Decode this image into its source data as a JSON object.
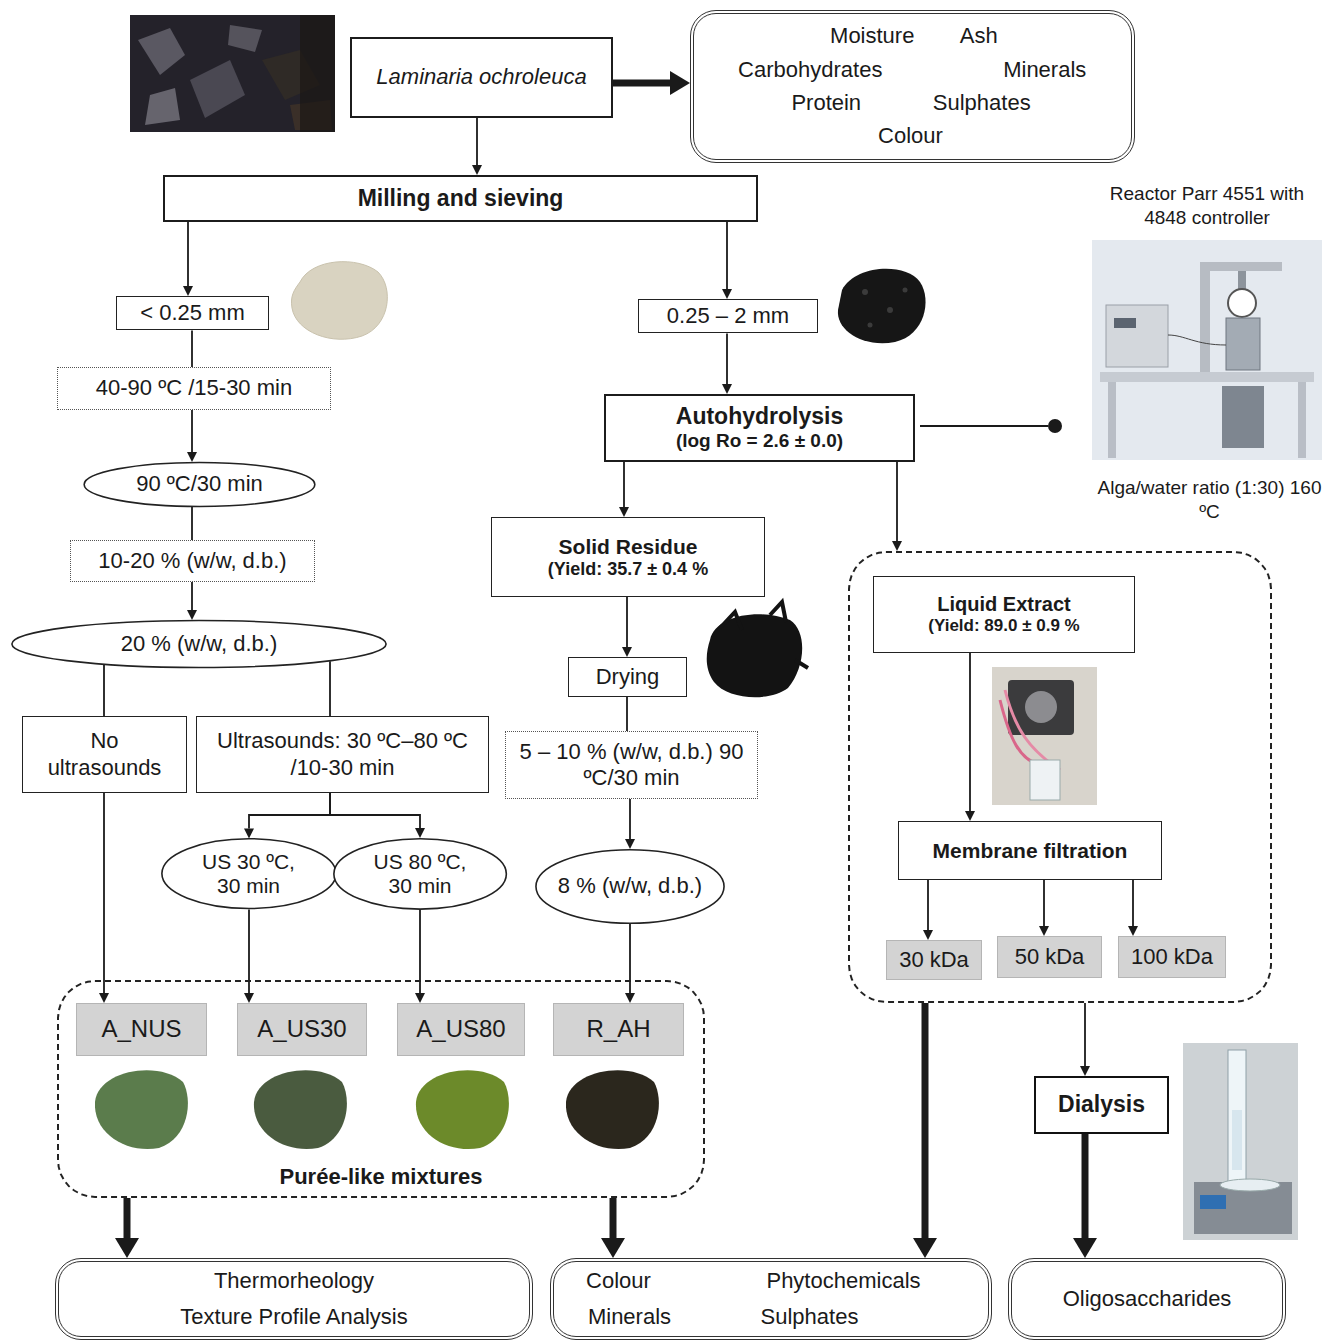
{
  "diagram": {
    "nodes": [
      {
        "text": [
          "Laminaria ochroleuca"
        ]
      },
      {
        "text": [
          "Moisture",
          "Ash",
          "Carbohydrates",
          "Minerals",
          "Protein",
          "Sulphates",
          "Colour"
        ]
      },
      {
        "text": [
          "Milling and sieving"
        ]
      },
      {
        "text": [
          "< 0.25 mm"
        ]
      },
      {
        "text": [
          "0.25 – 2 mm"
        ]
      },
      {
        "text": [
          "40-90 ºC /15-30 min"
        ]
      },
      {
        "text": [
          "Autohydrolysis",
          "(log Ro = 2.6 ± 0.0)"
        ]
      },
      {
        "text": [
          "90 ºC/30 min"
        ]
      },
      {
        "text": [
          "Solid Residue",
          "(Yield: 35.7 ± 0.4 %"
        ]
      },
      {
        "text": []
      },
      {
        "text": [
          "Liquid Extract",
          "(Yield: 89.0 ± 0.9 %"
        ],
        "in": 9
      },
      {
        "text": [
          "10-20 % (w/w, d.b.)"
        ]
      },
      {
        "text": [
          "20 % (w/w, d.b.)"
        ]
      },
      {
        "text": [
          "Drying"
        ]
      },
      {
        "text": [
          "No ultrasounds"
        ]
      },
      {
        "text": [
          "Ultrasounds: 30 ºC–80 ºC /10-30 min"
        ]
      },
      {
        "text": [
          "5 – 10 % (w/w, d.b.) 90 ºC/30 min"
        ]
      },
      {
        "text": [
          "Membrane filtration"
        ],
        "in": 9
      },
      {
        "text": [
          "US 30 ºC, 30 min"
        ]
      },
      {
        "text": [
          "US 80 ºC, 30 min"
        ]
      },
      {
        "text": [
          "8 % (w/w, d.b.)"
        ]
      },
      {
        "text": [
          "30 kDa"
        ],
        "in": 9
      },
      {
        "text": [
          "50 kDa"
        ],
        "in": 9
      },
      {
        "text": [
          "100 kDa"
        ],
        "in": 9
      },
      {
        "text": [
          "Purée-like mixtures"
        ]
      },
      {
        "text": [
          "A_NUS"
        ],
        "in": 24
      },
      {
        "text": [
          "A_US30"
        ],
        "in": 24
      },
      {
        "text": [
          "A_US80"
        ],
        "in": 24
      },
      {
        "text": [
          "R_AH"
        ],
        "in": 24
      },
      {
        "text": [
          "Dialysis"
        ]
      },
      {
        "text": [
          "Thermorheology",
          "Texture Profile Analysis"
        ]
      },
      {
        "text": [
          "Colour",
          "Phytochemicals",
          "Minerals",
          "Sulphates"
        ]
      },
      {
        "text": [
          "Oligosaccharides"
        ]
      }
    ],
    "edges": [
      {
        "from": 0,
        "to": 1,
        "arrow": "to"
      },
      {
        "from": 0,
        "to": 2,
        "arrow": "to"
      },
      {
        "from": 2,
        "to": 3,
        "arrow": "to"
      },
      {
        "from": 2,
        "to": 4,
        "arrow": "to"
      },
      {
        "from": 3,
        "to": 5,
        "arrow": "none"
      },
      {
        "from": 5,
        "to": 7,
        "arrow": "to"
      },
      {
        "from": 7,
        "to": 11,
        "arrow": "none"
      },
      {
        "from": 11,
        "to": 12,
        "arrow": "to"
      },
      {
        "from": 12,
        "to": 14,
        "arrow": "none"
      },
      {
        "from": 12,
        "to": 15,
        "arrow": "none"
      },
      {
        "from": 14,
        "to": 25,
        "arrow": "to"
      },
      {
        "from": 15,
        "to": 18,
        "arrow": "to"
      },
      {
        "from": 15,
        "to": 19,
        "arrow": "to"
      },
      {
        "from": 18,
        "to": 26,
        "arrow": "to"
      },
      {
        "from": 19,
        "to": 27,
        "arrow": "to"
      },
      {
        "from": 4,
        "to": 6,
        "arrow": "to"
      },
      {
        "from": 6,
        "to": 8,
        "arrow": "to"
      },
      {
        "from": 6,
        "to": 9,
        "arrow": "to"
      },
      {
        "from": 8,
        "to": 13,
        "arrow": "to"
      },
      {
        "from": 13,
        "to": 16,
        "arrow": "none"
      },
      {
        "from": 16,
        "to": 20,
        "arrow": "to"
      },
      {
        "from": 20,
        "to": 28,
        "arrow": "to"
      },
      {
        "from": 10,
        "to": 17,
        "arrow": "to"
      },
      {
        "from": 17,
        "to": 21,
        "arrow": "to"
      },
      {
        "from": 17,
        "to": 22,
        "arrow": "to"
      },
      {
        "from": 17,
        "to": 23,
        "arrow": "to"
      },
      {
        "from": 24,
        "to": 30,
        "arrow": "to"
      },
      {
        "from": 24,
        "to": 31,
        "arrow": "to"
      },
      {
        "from": 9,
        "to": 31,
        "arrow": "to"
      },
      {
        "from": 9,
        "to": 29,
        "arrow": "to"
      },
      {
        "from": 29,
        "to": 32,
        "arrow": "to"
      }
    ],
    "labels": [
      "Reactor Parr 4551 with 4848 controller",
      "Alga/water ratio (1:30) 160 ºC"
    ]
  }
}
